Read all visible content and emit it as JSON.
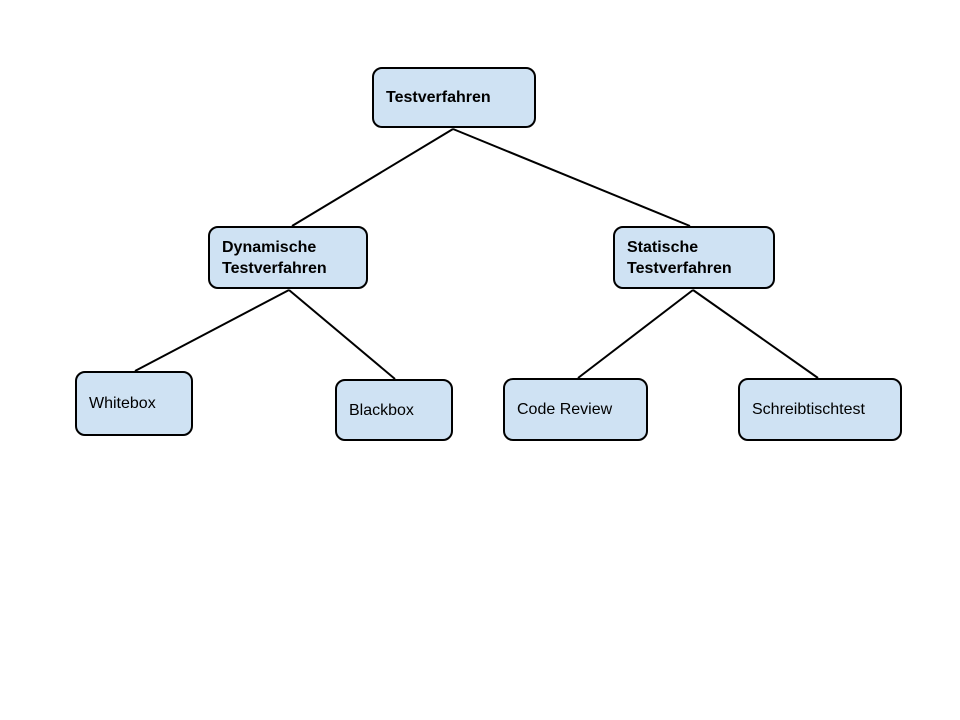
{
  "style": {
    "node_fill": "#cfe2f3",
    "node_border": "#000000",
    "edge_color": "#000000",
    "background": "#ffffff"
  },
  "diagram": {
    "type": "tree",
    "nodes": [
      {
        "id": "testverfahren",
        "label": "Testverfahren",
        "level": 0,
        "parent": null
      },
      {
        "id": "dynamische-testverfahren",
        "label": "Dynamische Testverfahren",
        "level": 1,
        "parent": "testverfahren"
      },
      {
        "id": "statische-testverfahren",
        "label": "Statische Testverfahren",
        "level": 1,
        "parent": "testverfahren"
      },
      {
        "id": "whitebox",
        "label": "Whitebox",
        "level": 2,
        "parent": "dynamische-testverfahren"
      },
      {
        "id": "blackbox",
        "label": "Blackbox",
        "level": 2,
        "parent": "dynamische-testverfahren"
      },
      {
        "id": "code-review",
        "label": "Code Review",
        "level": 2,
        "parent": "statische-testverfahren"
      },
      {
        "id": "schreibtischtest",
        "label": "Schreibtischtest",
        "level": 2,
        "parent": "statische-testverfahren"
      }
    ],
    "edges": [
      {
        "from": "testverfahren",
        "to": "dynamische-testverfahren"
      },
      {
        "from": "testverfahren",
        "to": "statische-testverfahren"
      },
      {
        "from": "dynamische-testverfahren",
        "to": "whitebox"
      },
      {
        "from": "dynamische-testverfahren",
        "to": "blackbox"
      },
      {
        "from": "statische-testverfahren",
        "to": "code-review"
      },
      {
        "from": "statische-testverfahren",
        "to": "schreibtischtest"
      }
    ]
  }
}
